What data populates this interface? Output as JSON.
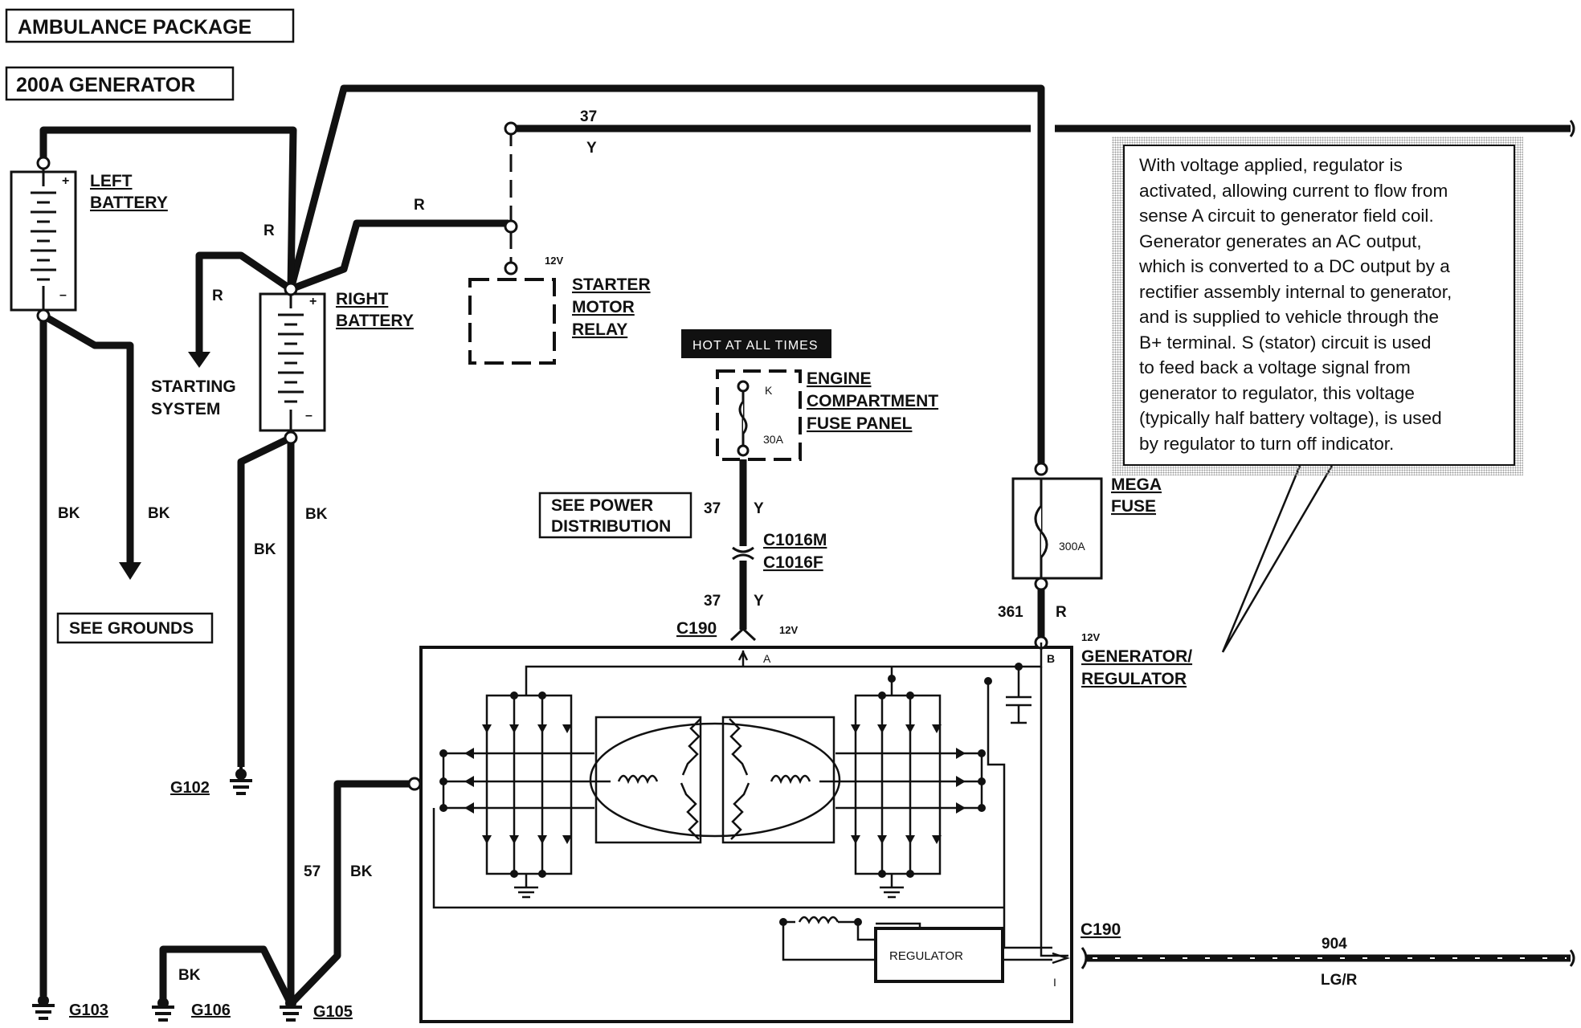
{
  "title_package": "AMBULANCE PACKAGE",
  "title_generator": "200A GENERATOR",
  "left_battery": [
    "LEFT",
    "BATTERY"
  ],
  "right_battery": [
    "RIGHT",
    "BATTERY"
  ],
  "starting_system": [
    "STARTING",
    "SYSTEM"
  ],
  "see_grounds": "SEE GROUNDS",
  "starter_relay": [
    "STARTER",
    "MOTOR",
    "RELAY"
  ],
  "hot_at_all_times": "HOT AT ALL TIMES",
  "fuse_panel": [
    "ENGINE",
    "COMPARTMENT",
    "FUSE PANEL"
  ],
  "fuse_k": "K",
  "fuse_30a": "30A",
  "see_power_distribution": [
    "SEE POWER",
    "DISTRIBUTION"
  ],
  "connector_c1016m": "C1016M",
  "connector_c1016f": "C1016F",
  "connector_c190": "C190",
  "mega_fuse": [
    "MEGA",
    "FUSE"
  ],
  "mega_fuse_rating": "300A",
  "generator_regulator": [
    "GENERATOR/",
    "REGULATOR"
  ],
  "regulator": "REGULATOR",
  "terminal_a": "A",
  "terminal_b": "B",
  "terminal_i": "I",
  "volt_12v": "12V",
  "wire_labels": {
    "c37": "37",
    "y": "Y",
    "r": "R",
    "bk": "BK",
    "c361": "361",
    "c57": "57",
    "c904": "904",
    "lg_r": "LG/R"
  },
  "grounds": [
    "G102",
    "G103",
    "G106",
    "G105"
  ],
  "description_lines": [
    "With voltage applied, regulator is",
    "activated, allowing current to flow from",
    "sense A circuit to generator field coil.",
    "Generator  generates an AC output,",
    "which is converted to a DC output by a",
    "rectifier assembly internal to generator,",
    "and is supplied to vehicle through the",
    "B+ terminal.  S (stator) circuit is used",
    "to feed back a voltage signal from",
    "generator  to regulator, this voltage",
    "(typically half battery voltage), is used",
    "by regulator to turn off indicator."
  ]
}
